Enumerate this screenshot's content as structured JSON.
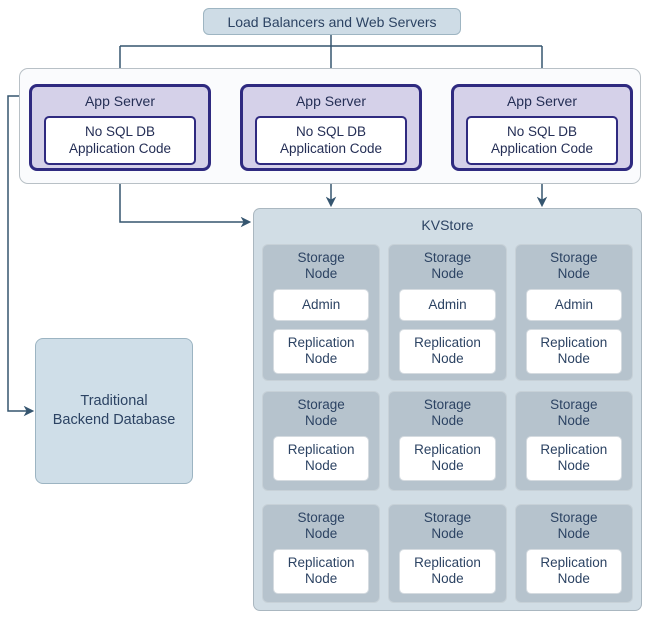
{
  "colors": {
    "connector_line": "#35556f",
    "text": "#2c4363",
    "app_server_accent_border": "#2f2a80",
    "app_server_fill": "#d5d1e9",
    "top_box_fill": "#cedce6",
    "kvstore_fill": "#d1dde5",
    "storage_node_fill": "#b6c3cd",
    "backend_db_fill": "#cfdee8"
  },
  "load_balancer": {
    "label": "Load Balancers and Web Servers"
  },
  "app_servers": [
    {
      "title": "App Server",
      "code": "No SQL DB\nApplication Code"
    },
    {
      "title": "App Server",
      "code": "No SQL DB\nApplication Code"
    },
    {
      "title": "App Server",
      "code": "No SQL DB\nApplication Code"
    }
  ],
  "kvstore": {
    "title": "KVStore",
    "nodes": [
      {
        "title": "Storage\nNode",
        "admin": "Admin",
        "replication": "Replication\nNode"
      },
      {
        "title": "Storage\nNode",
        "admin": "Admin",
        "replication": "Replication\nNode"
      },
      {
        "title": "Storage\nNode",
        "admin": "Admin",
        "replication": "Replication\nNode"
      },
      {
        "title": "Storage\nNode",
        "replication": "Replication\nNode"
      },
      {
        "title": "Storage\nNode",
        "replication": "Replication\nNode"
      },
      {
        "title": "Storage\nNode",
        "replication": "Replication\nNode"
      },
      {
        "title": "Storage\nNode",
        "replication": "Replication\nNode"
      },
      {
        "title": "Storage\nNode",
        "replication": "Replication\nNode"
      },
      {
        "title": "Storage\nNode",
        "replication": "Replication\nNode"
      }
    ]
  },
  "backend_db": {
    "label": "Traditional\nBackend Database"
  }
}
